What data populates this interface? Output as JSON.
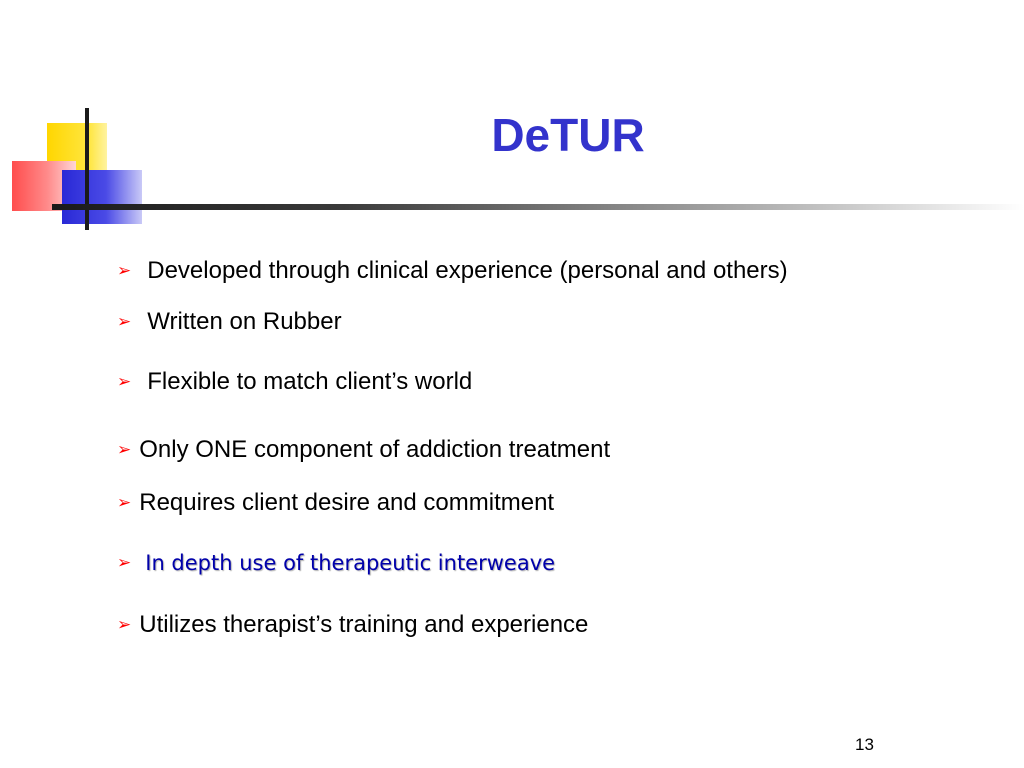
{
  "slide": {
    "title": "DeTUR",
    "bullets": [
      "Developed through clinical experience  (personal and others)",
      "Written on Rubber",
      "Flexible to match client’s world",
      "Only ONE component of addiction treatment",
      "Requires client desire and commitment",
      "In depth use of therapeutic interweave",
      "Utilizes therapist’s training and experience"
    ],
    "bullet_glyph": "➢",
    "page_number": "13"
  },
  "colors": {
    "title": "#3333cc",
    "bullet_arrow": "#ff0000",
    "highlight_text": "#0000aa",
    "deco_yellow": "#ffd600",
    "deco_red": "#ff4d4d",
    "deco_blue": "#2929d6"
  }
}
